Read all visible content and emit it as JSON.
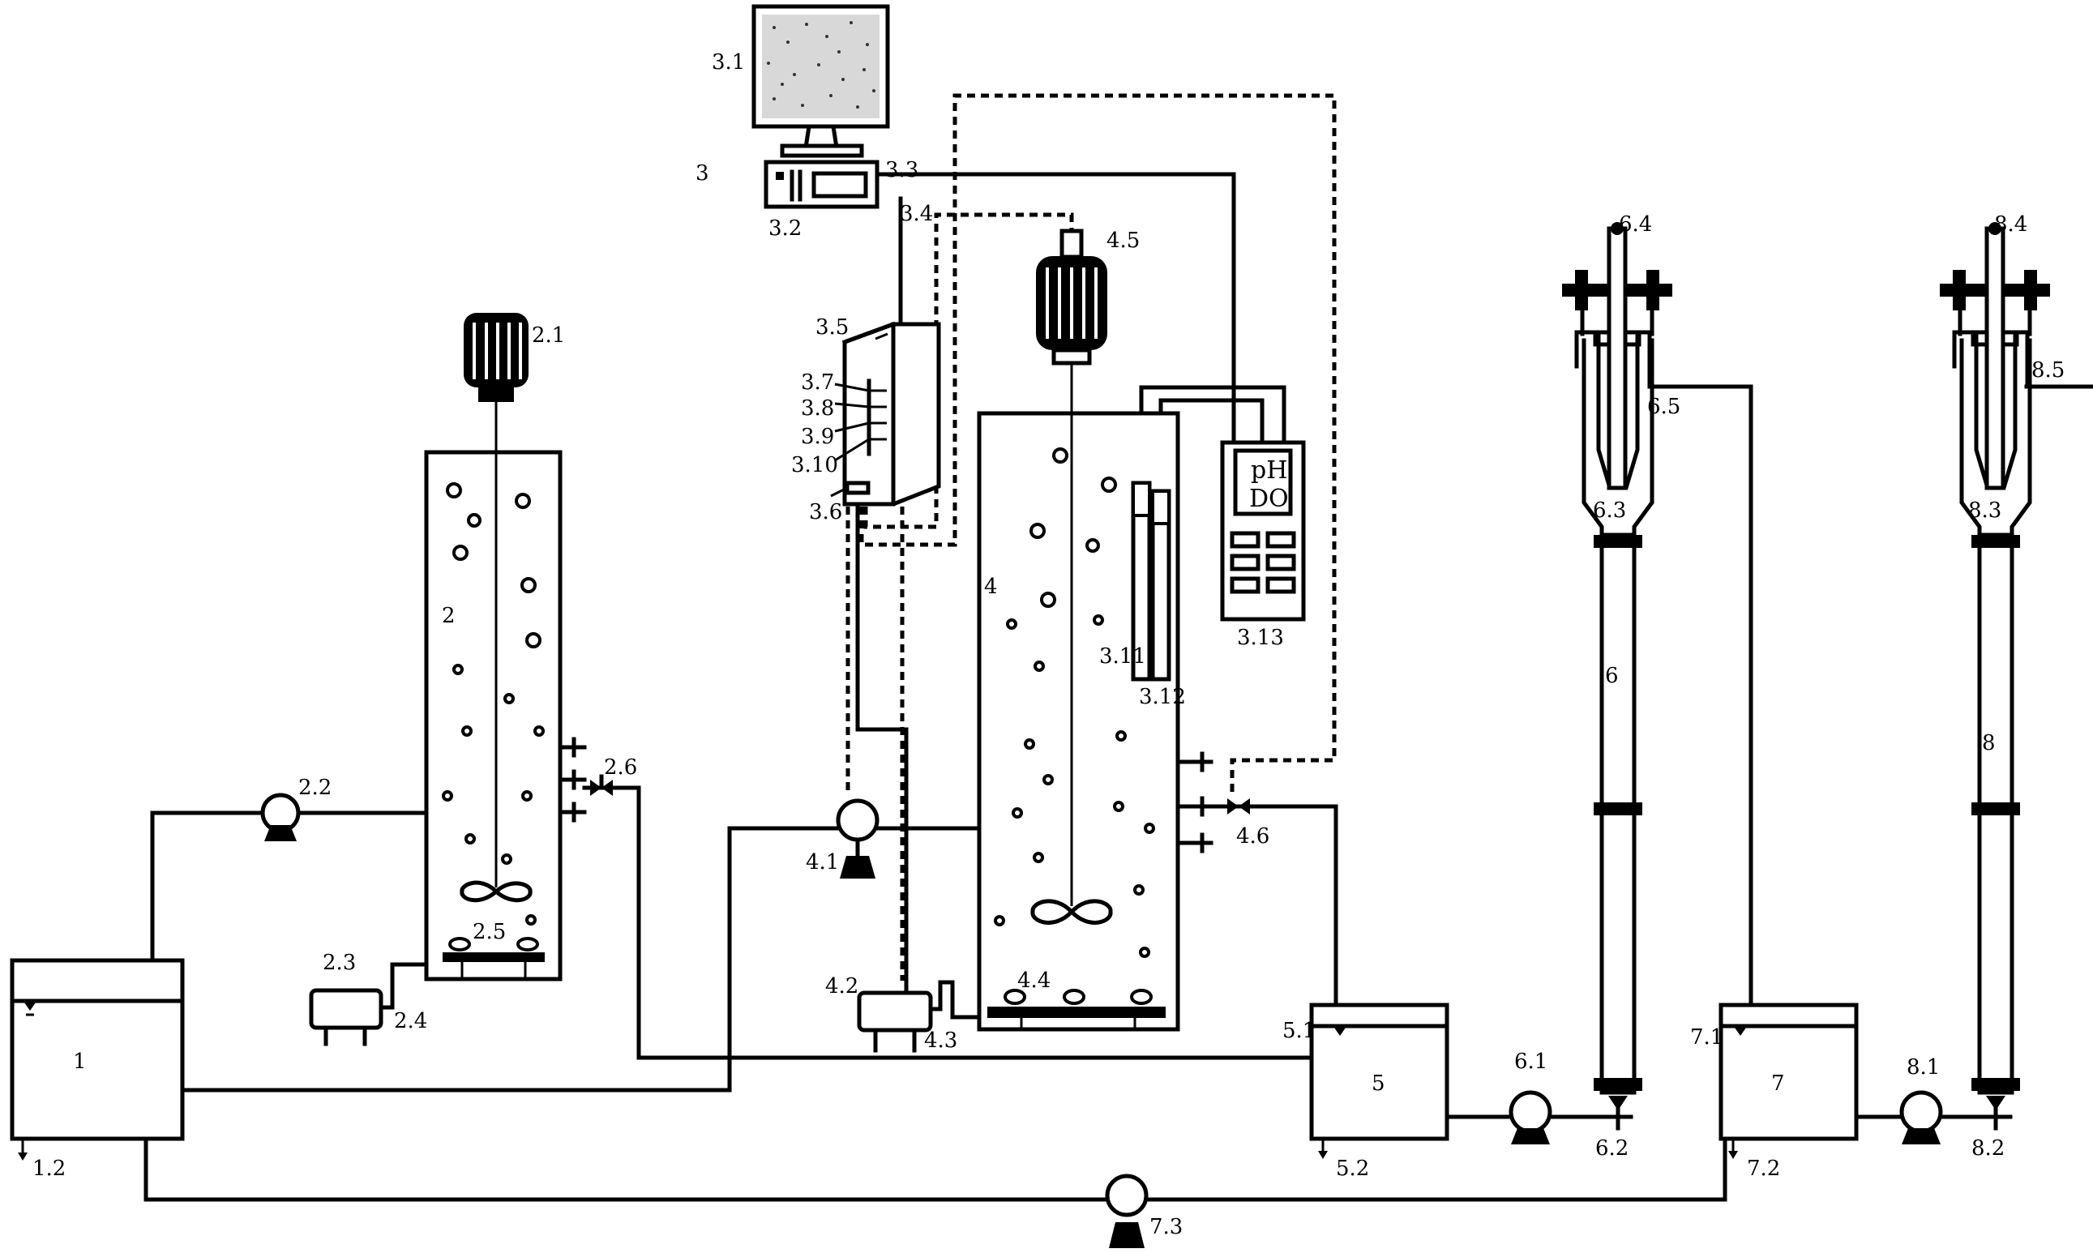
{
  "labels": {
    "l1": "1",
    "l1_2": "1.2",
    "l2": "2",
    "l2_1": "2.1",
    "l2_2": "2.2",
    "l2_3": "2.3",
    "l2_4": "2.4",
    "l2_5": "2.5",
    "l2_6": "2.6",
    "l3": "3",
    "l3_1": "3.1",
    "l3_2": "3.2",
    "l3_3": "3.3",
    "l3_4": "3.4",
    "l3_5": "3.5",
    "l3_6": "3.6",
    "l3_7": "3.7",
    "l3_8": "3.8",
    "l3_9": "3.9",
    "l3_10": "3.10",
    "l3_11": "3.11",
    "l3_12": "3.12",
    "l3_13": "3.13",
    "l4": "4",
    "l4_1": "4.1",
    "l4_2": "4.2",
    "l4_3": "4.3",
    "l4_4": "4.4",
    "l4_5": "4.5",
    "l4_6": "4.6",
    "l5": "5",
    "l5_1": "5.1",
    "l5_2": "5.2",
    "l6": "6",
    "l6_1": "6.1",
    "l6_2": "6.2",
    "l6_3": "6.3",
    "l6_4": "6.4",
    "l6_5": "6.5",
    "l7": "7",
    "l7_1": "7.1",
    "l7_2": "7.2",
    "l7_3": "7.3",
    "l8": "8",
    "l8_1": "8.1",
    "l8_2": "8.2",
    "l8_3": "8.3",
    "l8_4": "8.4",
    "l8_5": "8.5"
  },
  "meter": {
    "line1": "pH",
    "line2": "DO"
  }
}
